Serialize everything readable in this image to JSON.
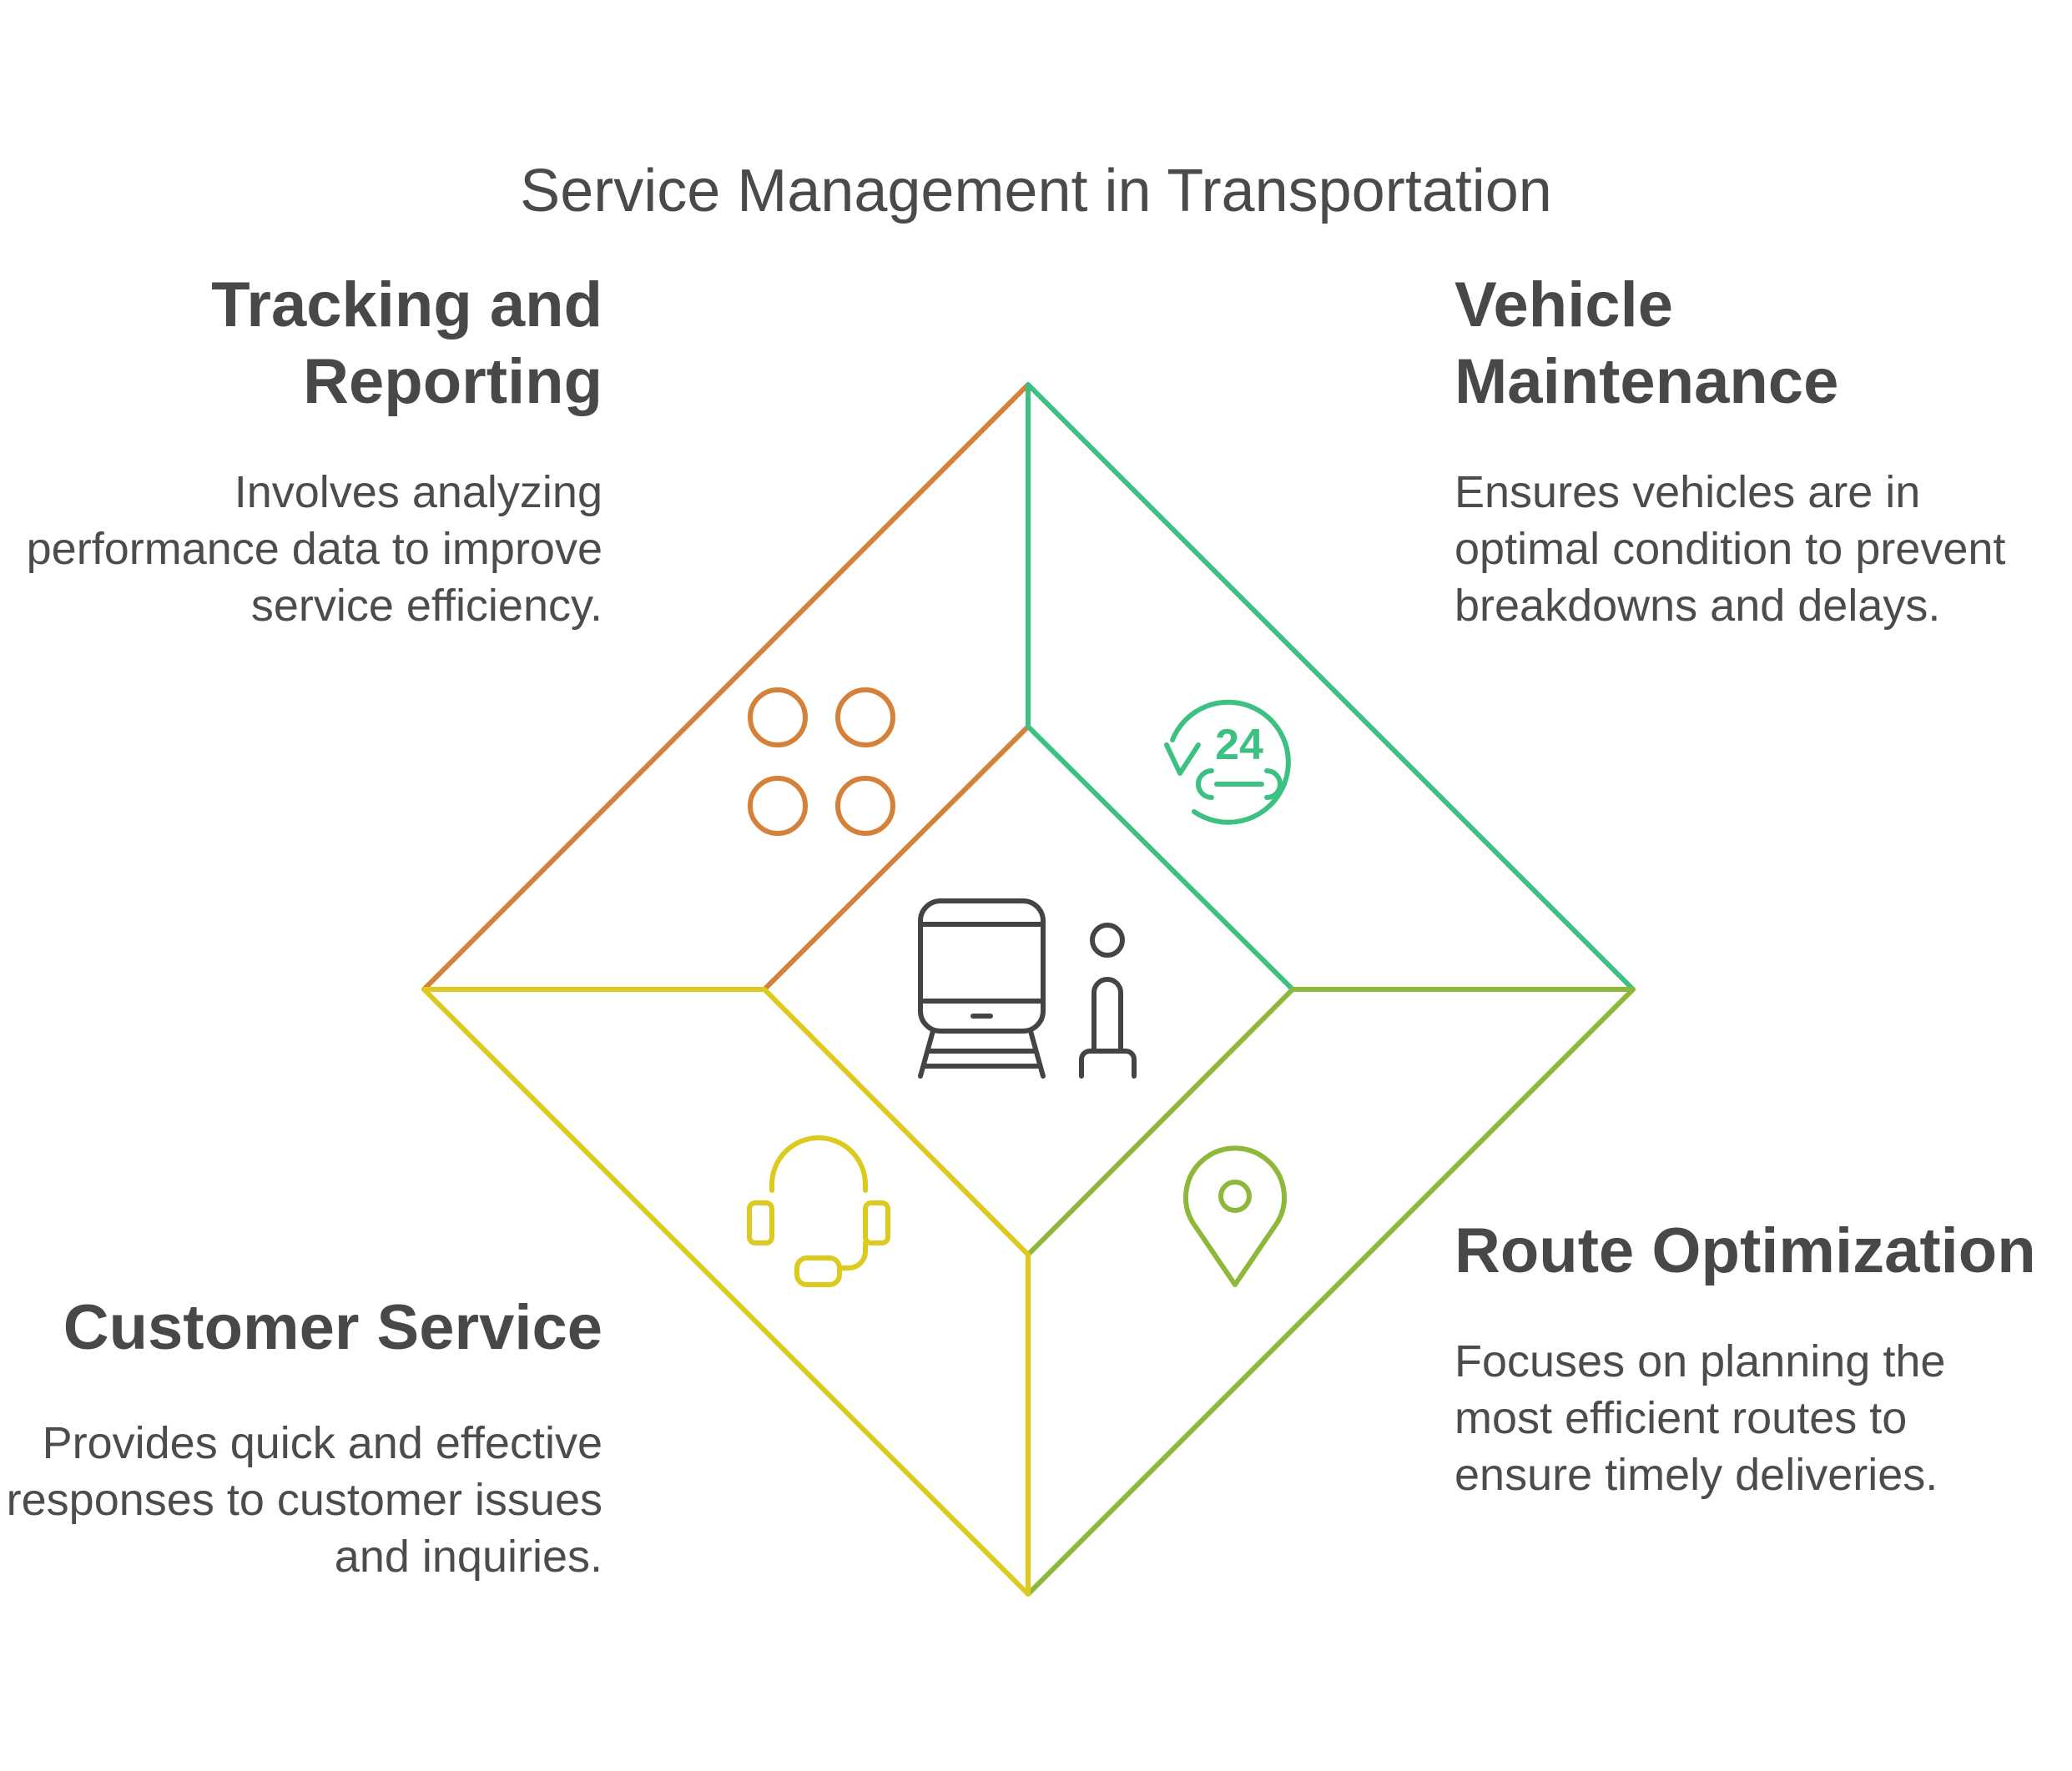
{
  "title": "Service Management in Transportation",
  "colors": {
    "tracking": "#D6813A",
    "vehicle": "#3DC183",
    "route": "#8DB83A",
    "customer": "#DCCB1E",
    "center_icon": "#444444",
    "text": "#484848"
  },
  "sections": {
    "tracking": {
      "heading": "Tracking and Reporting",
      "description": "Involves analyzing performance data to improve service efficiency.",
      "icon": "four-circles-icon"
    },
    "vehicle": {
      "heading": "Vehicle Maintenance",
      "description": "Ensures vehicles are in optimal condition to prevent breakdowns and delays.",
      "icon": "24-hour-service-icon",
      "icon_text": "24"
    },
    "customer": {
      "heading": "Customer Service",
      "description": "Provides quick and effective responses to customer issues and inquiries.",
      "icon": "headset-icon"
    },
    "route": {
      "heading": "Route Optimization",
      "description": "Focuses on planning the most efficient routes to ensure timely deliveries.",
      "icon": "map-pin-icon"
    }
  },
  "center": {
    "icon": "train-passenger-icon"
  }
}
